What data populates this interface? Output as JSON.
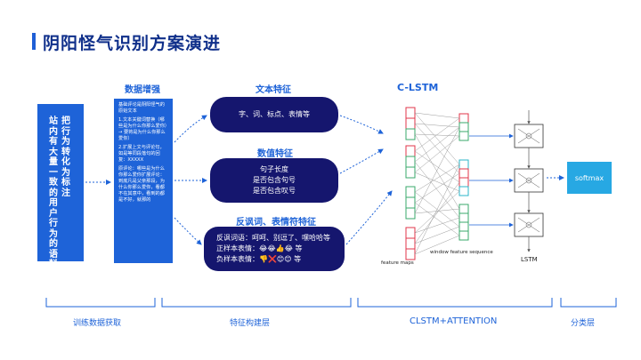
{
  "title": "阴阳怪气识别方案演进",
  "left_box": {
    "columns": [
      "把行为转化为标注",
      "站内有大量一致的用户行为的语料"
    ]
  },
  "stages": {
    "augment": {
      "title": "数据增强",
      "paragraphs": [
        "基础评论是阴阳怪气的原始文本",
        "1.文本关键词替换（哪些是为什么你那么爱你）→ 要将是为什么你那么爱你）",
        "2.扩展上文与评论句，如是等同段落句的回复：XXXXX",
        "原评论：哪些是为什么你那么爱你扩展评论：到底凡是父亲那段，为什么你那么爱你，看都不在其意中，看到的都是不好，就那的"
      ]
    },
    "text_features": {
      "title": "文本特征",
      "items": [
        "字、词、标点、表情等"
      ]
    },
    "numeric_features": {
      "title": "数值特征",
      "items": [
        "句子长度",
        "是否包含句号",
        "是否包含叹号"
      ]
    },
    "irony_features": {
      "title": "反讽词、表情符特征",
      "lines": [
        {
          "label": "反讽词语：",
          "value": "呵呵、别逗了、嘿哈哈等"
        },
        {
          "label": "正样本表情：",
          "value": "😂😂👍😂 等"
        },
        {
          "label": "负样本表情：",
          "value": "👎❌😊😊 等"
        }
      ]
    },
    "clstm": {
      "title": "C-LSTM",
      "feature_maps": "feature maps",
      "window_seq": "window feature sequence",
      "lstm": "LSTM"
    },
    "softmax": "softmax"
  },
  "bottom_labels": [
    "训练数据获取",
    "特征构建层",
    "CLSTM+ATTENTION",
    "分类层"
  ],
  "colors": {
    "primary_blue": "#1e63d8",
    "navy": "#15166e",
    "cyan": "#27a8e3",
    "red": "#e0344a",
    "green": "#3aa96b",
    "teal": "#2bb6c8"
  }
}
